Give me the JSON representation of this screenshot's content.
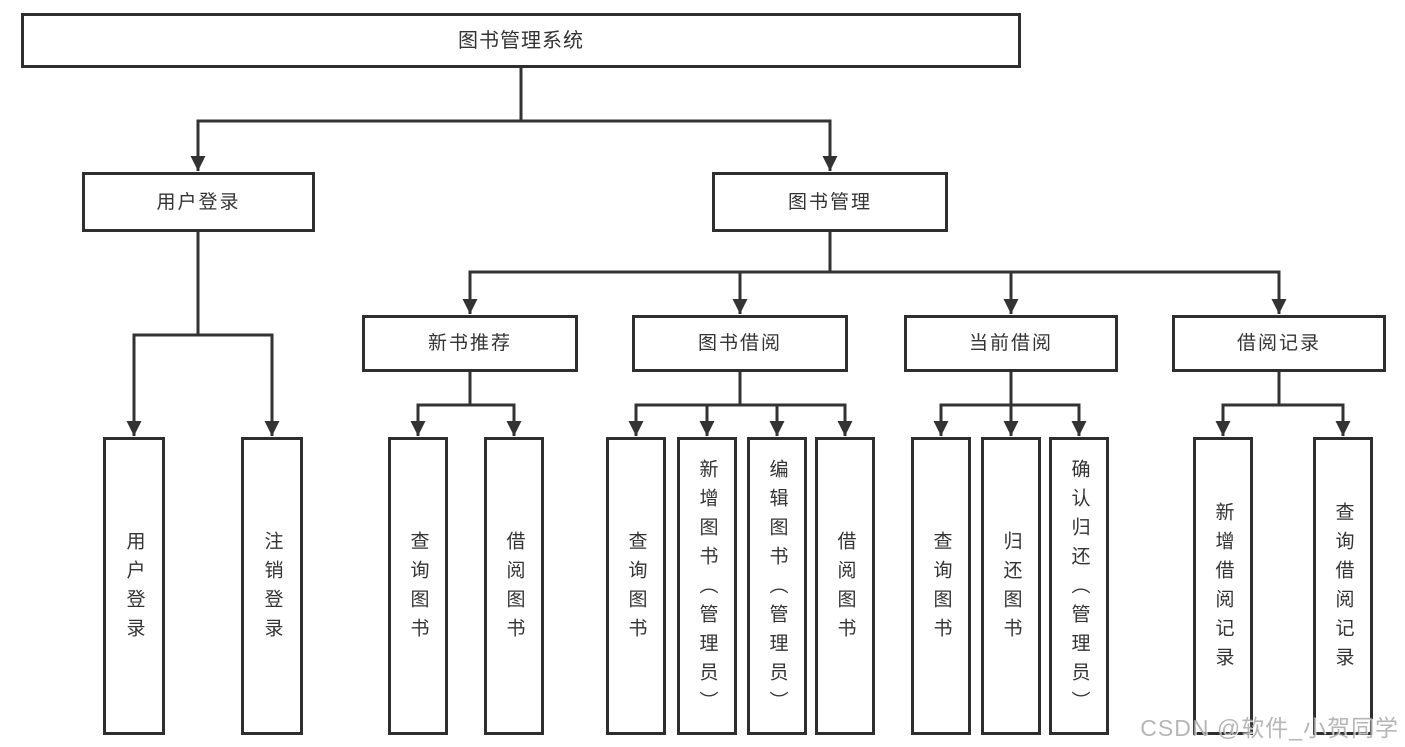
{
  "nodes": {
    "root": "图书管理系统",
    "user_login": "用户登录",
    "book_management": "图书管理",
    "new_book_recommend": "新书推荐",
    "book_borrow": "图书借阅",
    "current_borrow": "当前借阅",
    "borrow_records": "借阅记录",
    "leaf_user_login": "用户登录",
    "leaf_logout": "注销登录",
    "leaf_nb_query_book": "查询图书",
    "leaf_nb_borrow_book": "借阅图书",
    "leaf_bb_query_book": "查询图书",
    "leaf_bb_add_book_admin": "新增图书（管理员）",
    "leaf_bb_edit_book_admin": "编辑图书（管理员）",
    "leaf_bb_borrow_book": "借阅图书",
    "leaf_cb_query_book": "查询图书",
    "leaf_cb_return_book": "归还图书",
    "leaf_cb_confirm_return_admin": "确认归还（管理员）",
    "leaf_br_add_record": "新增借阅记录",
    "leaf_br_query_record": "查询借阅记录"
  },
  "structure": [
    {
      "parent": "图书管理系统",
      "children": [
        "用户登录",
        "图书管理"
      ]
    },
    {
      "parent": "用户登录",
      "children": [
        "用户登录",
        "注销登录"
      ]
    },
    {
      "parent": "图书管理",
      "children": [
        "新书推荐",
        "图书借阅",
        "当前借阅",
        "借阅记录"
      ]
    },
    {
      "parent": "新书推荐",
      "children": [
        "查询图书",
        "借阅图书"
      ]
    },
    {
      "parent": "图书借阅",
      "children": [
        "查询图书",
        "新增图书（管理员）",
        "编辑图书（管理员）",
        "借阅图书"
      ]
    },
    {
      "parent": "当前借阅",
      "children": [
        "查询图书",
        "归还图书",
        "确认归还（管理员）"
      ]
    },
    {
      "parent": "借阅记录",
      "children": [
        "新增借阅记录",
        "查询借阅记录"
      ]
    }
  ],
  "watermark": {
    "text": "CSDN @软件_小贺同学"
  },
  "colors": {
    "background": "#ffffff",
    "box_border": "#2e2e2e",
    "line": "#333333",
    "text": "#333333",
    "watermark": "#9e9e9e"
  }
}
